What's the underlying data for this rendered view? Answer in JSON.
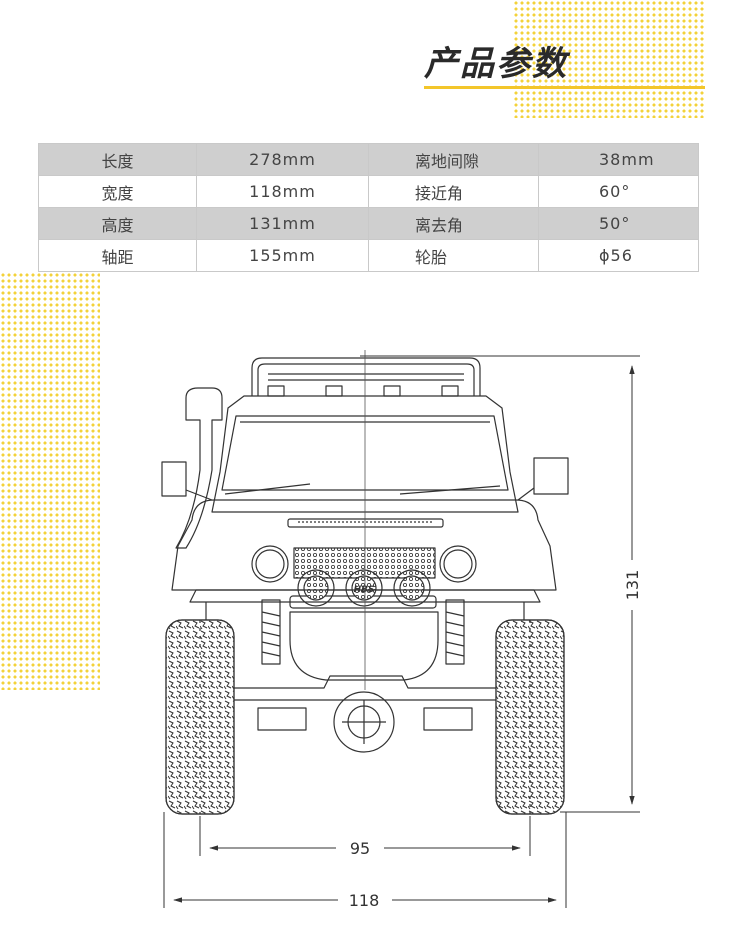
{
  "title": "产品参数",
  "colors": {
    "accent": "#f3c62a",
    "dots": "#f3d23a",
    "row_shade": "#cfcfcf",
    "line": "#333333"
  },
  "specs": [
    {
      "label": "长度",
      "value": "278mm",
      "label2": "离地间隙",
      "value2": "38mm"
    },
    {
      "label": "宽度",
      "value": "118mm",
      "label2": "接近角",
      "value2": "60°"
    },
    {
      "label": "高度",
      "value": "131mm",
      "label2": "离去角",
      "value2": "50°"
    },
    {
      "label": "轴距",
      "value": "155mm",
      "label2": "轮胎",
      "value2": "ϕ56"
    }
  ],
  "diagram": {
    "brand_mark": "HBS",
    "height_dim": "131",
    "track_dim": "95",
    "width_dim": "118"
  }
}
